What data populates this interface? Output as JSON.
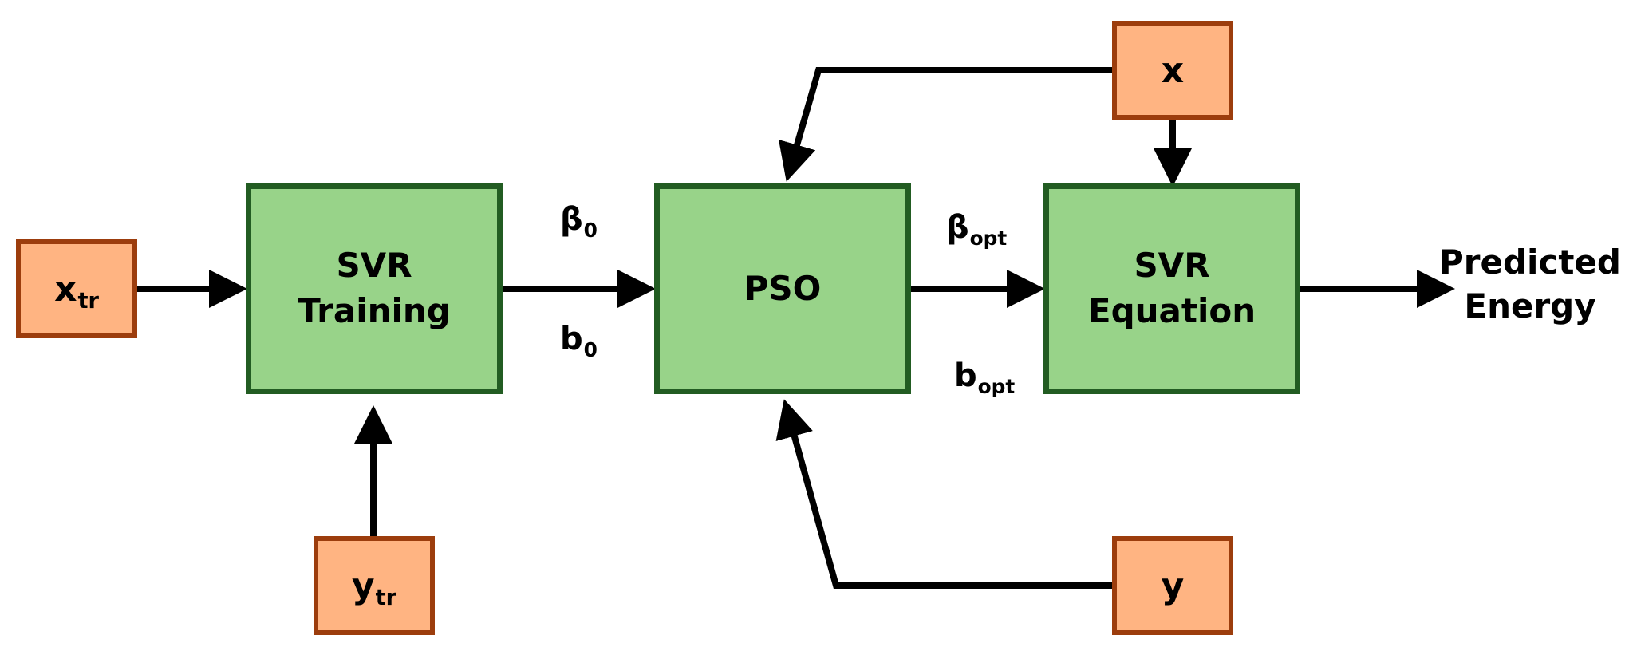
{
  "colors": {
    "input_fill": "#ffb482",
    "input_border": "#9c3d0d",
    "process_fill": "#98d389",
    "process_border": "#225c22",
    "arrow": "#000000"
  },
  "inputs": {
    "x_tr": {
      "main": "x",
      "sub": "tr"
    },
    "y_tr": {
      "main": "y",
      "sub": "tr"
    },
    "x": {
      "main": "x"
    },
    "y": {
      "main": "y"
    }
  },
  "processes": {
    "svr_training": {
      "line1": "SVR",
      "line2": "Training"
    },
    "pso": {
      "line1": "PSO"
    },
    "svr_equation": {
      "line1": "SVR",
      "line2": "Equation"
    }
  },
  "edge_labels": {
    "beta0": {
      "main": "β",
      "sub": "0"
    },
    "b0": {
      "main": "b",
      "sub": "0"
    },
    "beta_opt": {
      "main": "β",
      "sub": "opt"
    },
    "b_opt": {
      "main": "b",
      "sub": "opt"
    }
  },
  "output": {
    "line1": "Predicted",
    "line2": "Energy"
  }
}
